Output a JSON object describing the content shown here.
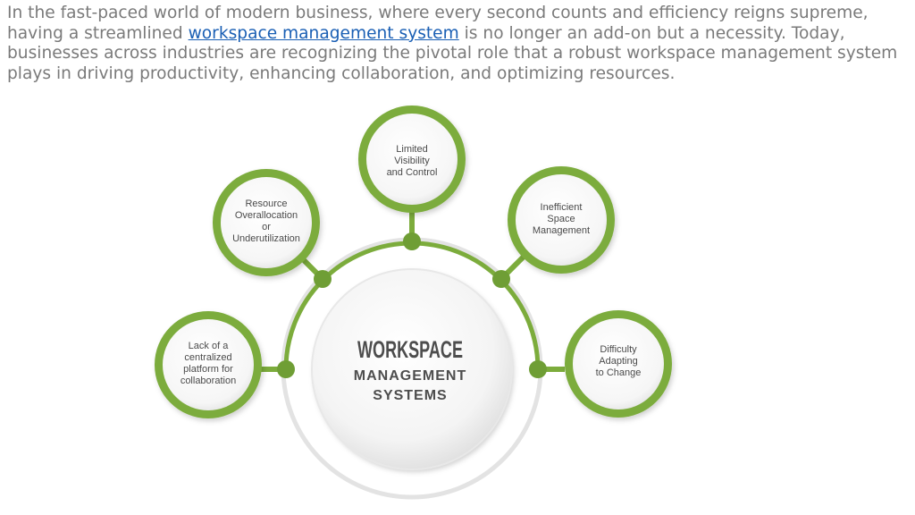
{
  "intro": {
    "before_link": "In the fast-paced world of modern business, where every second counts and efficiency reigns supreme, having a streamlined ",
    "link_text": "workspace management system",
    "after_link": " is no longer an add-on but a necessity. Today, businesses across industries are recognizing the pivotal role that a robust workspace management system plays in driving productivity, enhancing collaboration, and optimizing resources."
  },
  "diagram": {
    "center_lines": [
      "WORKSPACE",
      "MANAGEMENT",
      "SYSTEMS"
    ],
    "nodes": [
      {
        "id": "limited-visibility",
        "lines": [
          "Limited",
          "Visibility",
          "and Control"
        ]
      },
      {
        "id": "resource-overallocation",
        "lines": [
          "Resource",
          "Overallocation",
          "or",
          "Underutilization"
        ]
      },
      {
        "id": "inefficient-space",
        "lines": [
          "Inefficient",
          "Space",
          "Management"
        ]
      },
      {
        "id": "lack-of-platform",
        "lines": [
          "Lack of a",
          "centralized",
          "platform for",
          "collaboration"
        ]
      },
      {
        "id": "difficulty-adapting",
        "lines": [
          "Difficulty",
          "Adapting",
          "to Change"
        ]
      }
    ],
    "colors": {
      "accent": "#7cac3c",
      "accent_dark": "#5e8a2a",
      "ring_gray": "#e3e3e3"
    }
  }
}
